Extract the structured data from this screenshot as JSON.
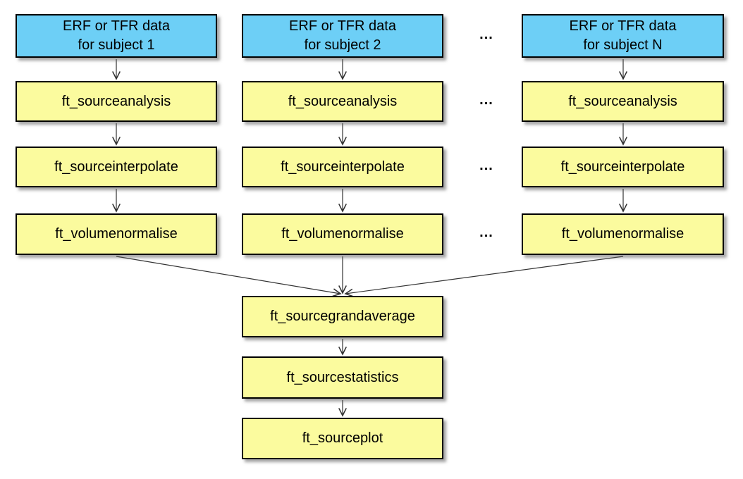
{
  "columns": [
    {
      "input": {
        "line1": "ERF or TFR data",
        "line2": "for subject 1"
      },
      "steps": [
        "ft_sourceanalysis",
        "ft_sourceinterpolate",
        "ft_volumenormalise"
      ]
    },
    {
      "input": {
        "line1": "ERF or TFR data",
        "line2": "for subject 2"
      },
      "steps": [
        "ft_sourceanalysis",
        "ft_sourceinterpolate",
        "ft_volumenormalise"
      ]
    },
    {
      "input": {
        "line1": "ERF or TFR data",
        "line2": "for subject N"
      },
      "steps": [
        "ft_sourceanalysis",
        "ft_sourceinterpolate",
        "ft_volumenormalise"
      ]
    }
  ],
  "ellipsis": "...",
  "tail": [
    "ft_sourcegrandaverage",
    "ft_sourcestatistics",
    "ft_sourceplot"
  ],
  "colors": {
    "input_fill": "#6DCFF6",
    "step_fill": "#FBFB9E",
    "border": "#000000",
    "arrow": "#333333",
    "text": "#000000",
    "background": "#FFFFFF"
  }
}
